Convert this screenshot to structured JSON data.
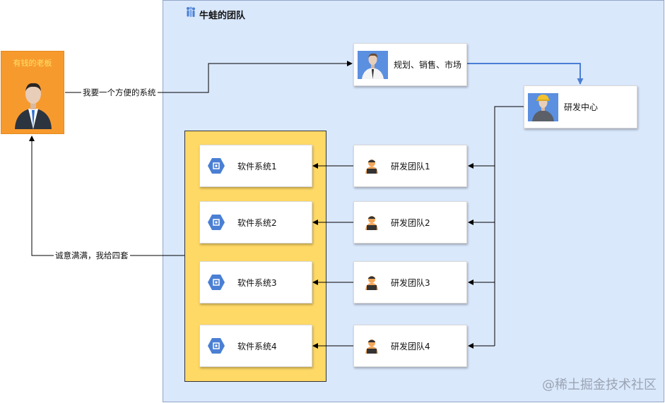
{
  "team": {
    "title": "牛蛙的团队"
  },
  "boss": {
    "label": "有钱的老板"
  },
  "planning": {
    "label": "规划、销售、市场"
  },
  "rd_center": {
    "label": "研发中心"
  },
  "systems": [
    {
      "label": "软件系统1"
    },
    {
      "label": "软件系统2"
    },
    {
      "label": "软件系统3"
    },
    {
      "label": "软件系统4"
    }
  ],
  "teams": [
    {
      "label": "研发团队1"
    },
    {
      "label": "研发团队2"
    },
    {
      "label": "研发团队3"
    },
    {
      "label": "研发团队4"
    }
  ],
  "edges": {
    "request_label": "我要一个方便的系统",
    "deliver_label": "诚意满满，我给四套"
  },
  "watermark": "@稀土掘金技术社区",
  "colors": {
    "team_bg": "#dae8fc",
    "boss_bg": "#f79a2e",
    "systems_bg": "#ffd966",
    "accent_arrow": "#4a7fd4",
    "gcp_icon": "#4a7fd4"
  }
}
